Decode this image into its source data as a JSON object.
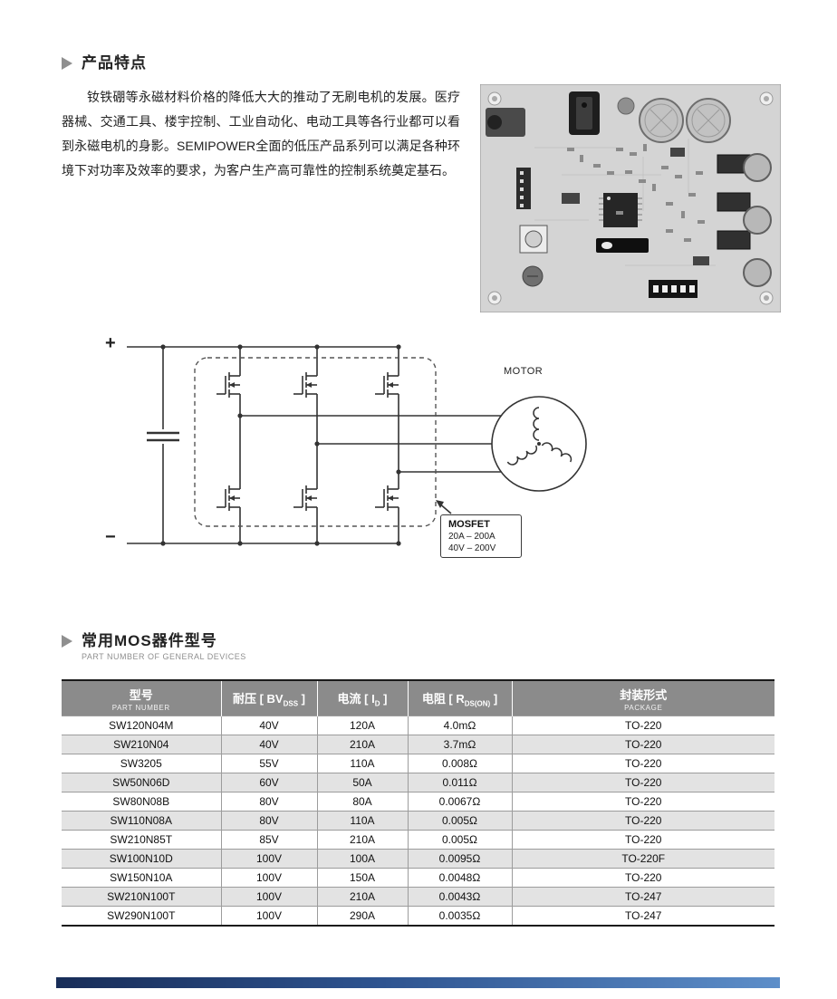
{
  "section1": {
    "title": "产品特点",
    "paragraph": "钕铁硼等永磁材料价格的降低大大的推动了无刷电机的发展。医疗器械、交通工具、楼宇控制、工业自动化、电动工具等各行业都可以看到永磁电机的身影。SEMIPOWER全面的低压产品系列可以满足各种环境下对功率及效率的要求，为客户生产高可靠性的控制系统奠定基石。"
  },
  "diagram": {
    "plus": "+",
    "minus": "−",
    "motor_label": "MOTOR",
    "mosfet": {
      "title": "MOSFET",
      "current_range": "20A – 200A",
      "voltage_range": "40V – 200V"
    }
  },
  "section2": {
    "title": "常用MOS器件型号",
    "subtitle": "PART NUMBER OF GENERAL DEVICES"
  },
  "table": {
    "headers": {
      "part_zh": "型号",
      "part_en": "PART NUMBER",
      "voltage_pre": "耐压 [ BV",
      "voltage_sub": "DSS",
      "voltage_post": " ]",
      "current_pre": "电流 [ I",
      "current_sub": "D",
      "current_post": " ]",
      "resistance_pre": "电阻 [ R",
      "resistance_sub": "DS(ON)",
      "resistance_post": " ]",
      "package_zh": "封装形式",
      "package_en": "PACKAGE"
    },
    "rows": [
      [
        "SW120N04M",
        "40V",
        "120A",
        "4.0mΩ",
        "TO-220"
      ],
      [
        "SW210N04",
        "40V",
        "210A",
        "3.7mΩ",
        "TO-220"
      ],
      [
        "SW3205",
        "55V",
        "110A",
        "0.008Ω",
        "TO-220"
      ],
      [
        "SW50N06D",
        "60V",
        "50A",
        "0.011Ω",
        "TO-220"
      ],
      [
        "SW80N08B",
        "80V",
        "80A",
        "0.0067Ω",
        "TO-220"
      ],
      [
        "SW110N08A",
        "80V",
        "110A",
        "0.005Ω",
        "TO-220"
      ],
      [
        "SW210N85T",
        "85V",
        "210A",
        "0.005Ω",
        "TO-220"
      ],
      [
        "SW100N10D",
        "100V",
        "100A",
        "0.0095Ω",
        "TO-220F"
      ],
      [
        "SW150N10A",
        "100V",
        "150A",
        "0.0048Ω",
        "TO-220"
      ],
      [
        "SW210N100T",
        "100V",
        "210A",
        "0.0043Ω",
        "TO-247"
      ],
      [
        "SW290N100T",
        "100V",
        "290A",
        "0.0035Ω",
        "TO-247"
      ]
    ]
  },
  "colors": {
    "table_header_bg": "#8b8b8b",
    "table_alt_row": "#e3e3e3",
    "heading_triangle": "#8f8f8f",
    "footer_gradient_start": "#182d58",
    "footer_gradient_end": "#5d8ec9"
  }
}
